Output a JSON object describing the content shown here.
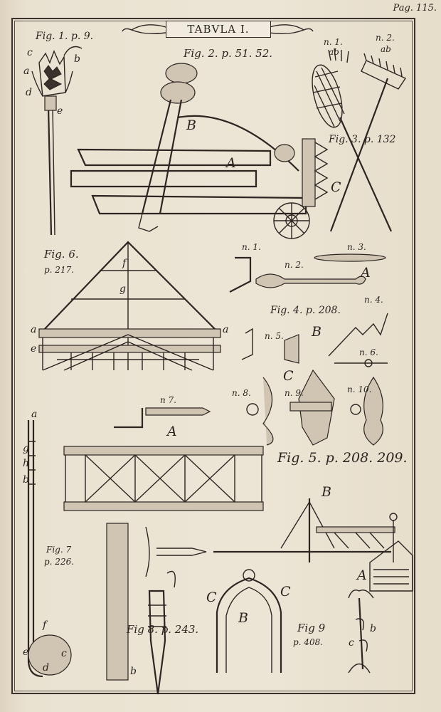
{
  "header": {
    "page_number": "Pag. 115.",
    "title": "TABVLA I."
  },
  "figure_captions": {
    "fig1": "Fig. 1. p. 9.",
    "fig2": "Fig. 2. p. 51. 52.",
    "fig3": "Fig. 3. p. 132",
    "fig4": "Fig. 4. p. 208.",
    "fig5": "Fig. 5. p. 208. 209.",
    "fig6": "Fig. 6.",
    "fig6_page": "p. 217.",
    "fig7": "Fig. 7",
    "fig7_page": "p. 226.",
    "fig8": "Fig 8. p. 243.",
    "fig9": "Fig 9",
    "fig9_page": "p. 408."
  },
  "numerals": {
    "n1": "n. 1.",
    "n2": "n. 2.",
    "n3": "n. 3.",
    "n4": "n. 4.",
    "n5": "n. 5.",
    "n6": "n. 6.",
    "n7": "n 7.",
    "n8": "n. 8.",
    "n9": "n. 9.",
    "n10": "n. 10.",
    "n1_top": "n. 1.",
    "n2_top": "n. 2."
  },
  "letters": {
    "A": "A",
    "B": "B",
    "C": "C",
    "a": "a",
    "b": "b",
    "c": "c",
    "d": "d",
    "e": "e",
    "f": "f",
    "g": "g",
    "h": "h",
    "ab": "ab"
  }
}
